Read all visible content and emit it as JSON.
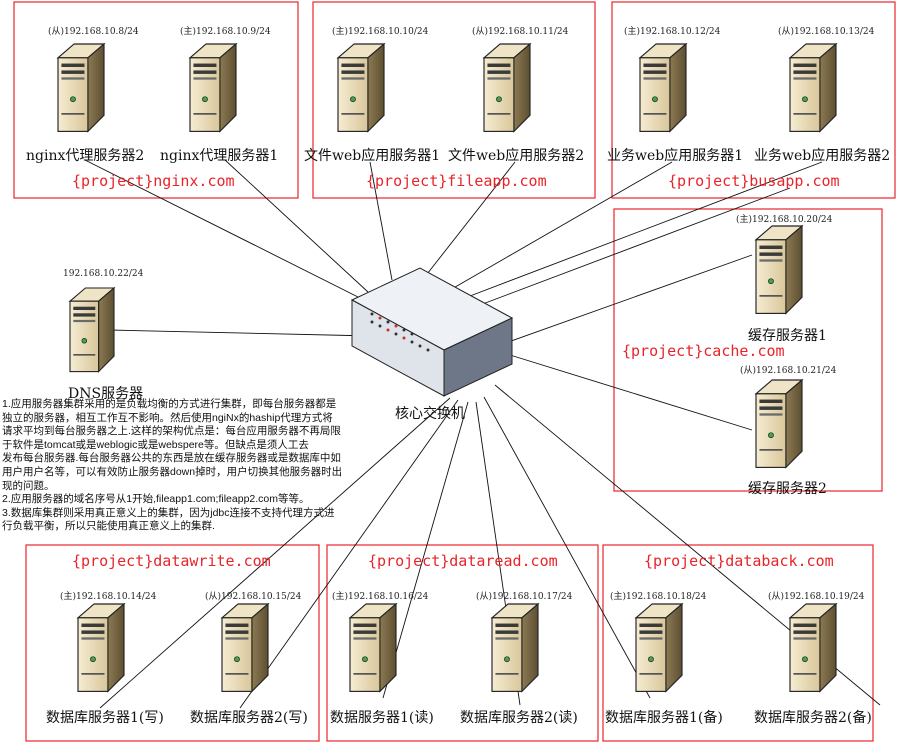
{
  "switch_label": "核心交换机",
  "dns": {
    "ip": "192.168.10.22/24",
    "label": "DNS服务器"
  },
  "groups": [
    {
      "domain": "{project}nginx.com",
      "servers": [
        {
          "ip": "(从)192.168.10.8/24",
          "label": "nginx代理服务器2"
        },
        {
          "ip": "(主)192.168.10.9/24",
          "label": "nginx代理服务器1"
        }
      ]
    },
    {
      "domain": "{project}fileapp.com",
      "servers": [
        {
          "ip": "(主)192.168.10.10/24",
          "label": "文件web应用服务器1"
        },
        {
          "ip": "(从)192.168.10.11/24",
          "label": "文件web应用服务器2"
        }
      ]
    },
    {
      "domain": "{project}busapp.com",
      "servers": [
        {
          "ip": "(主)192.168.10.12/24",
          "label": "业务web应用服务器1"
        },
        {
          "ip": "(从)192.168.10.13/24",
          "label": "业务web应用服务器2"
        }
      ]
    },
    {
      "domain": "{project}cache.com",
      "servers": [
        {
          "ip": "(主)192.168.10.20/24",
          "label": "缓存服务器1"
        },
        {
          "ip": "(从)192.168.10.21/24",
          "label": "缓存服务器2"
        }
      ]
    },
    {
      "domain": "{project}datawrite.com",
      "servers": [
        {
          "ip": "(主)192.168.10.14/24",
          "label": "数据库服务器1(写)"
        },
        {
          "ip": "(从)192.168.10.15/24",
          "label": "数据库服务器2(写)"
        }
      ]
    },
    {
      "domain": "{project}dataread.com",
      "servers": [
        {
          "ip": "(主)192.168.10.16/24",
          "label": "数据服务器1(读)"
        },
        {
          "ip": "(从)192.168.10.17/24",
          "label": "数据库服务器2(读)"
        }
      ]
    },
    {
      "domain": "{project}databack.com",
      "servers": [
        {
          "ip": "(主)192.168.10.18/24",
          "label": "数据库服务器1(备)"
        },
        {
          "ip": "(从)192.168.10.19/24",
          "label": "数据库服务器2(备)"
        }
      ]
    }
  ],
  "notes": [
    "1.应用服务器集群采用的是负载均衡的方式进行集群，即每台服务器都是",
    "独立的服务器，相互工作互不影响。然后使用ngiNx的haship代理方式将",
    "请求平均到每台服务器之上.这样的架构优点是：每台应用服务器不再局限",
    "于软件是tomcat或是weblogic或是webspere等。但缺点是须人工去",
    "发布每台服务器.每台服务器公共的东西是放在缓存服务器或是数据库中如",
    "用户用户名等，可以有效防止服务器down掉时，用户切换其他服务器时出",
    "现的问题。",
    "2.应用服务器的域名序号从1开始,fileapp1.com;fileapp2.com等等。",
    "3.数据库集群则采用真正意义上的集群，因为jdbc连接不支持代理方式进",
    "行负载平衡，所以只能使用真正意义上的集群."
  ]
}
